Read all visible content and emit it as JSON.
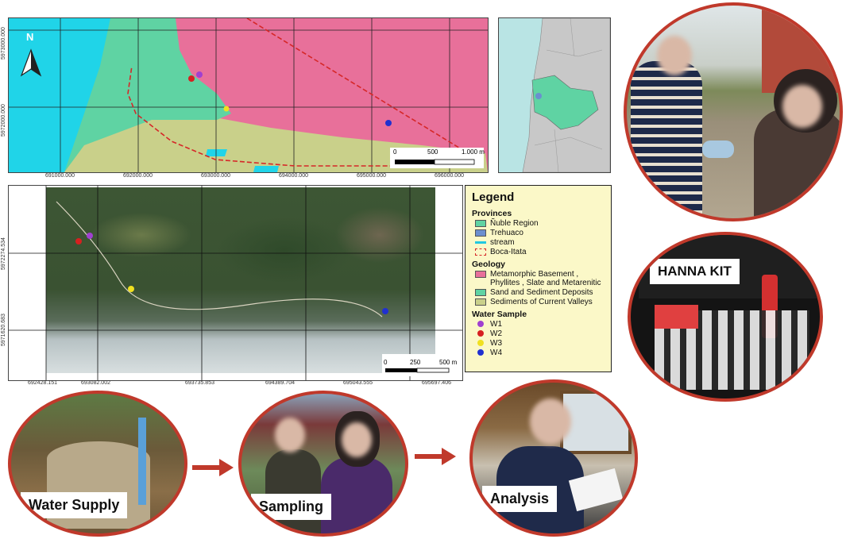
{
  "top_map": {
    "north_label": "N",
    "x_ticks": [
      "691000.000",
      "692000.000",
      "693000.000",
      "694000.000",
      "695000.000",
      "696000.000"
    ],
    "y_ticks": [
      "5973000.000",
      "5972000.000"
    ],
    "scale_labels": [
      "0",
      "500",
      "1.000 m"
    ]
  },
  "sat_map": {
    "x_ticks": [
      "692428.151",
      "693082.002",
      "693735.853",
      "694389.704",
      "695043.555",
      "695697.406"
    ],
    "y_ticks": [
      "5972274.534",
      "5971620.683"
    ],
    "scale_labels": [
      "0",
      "250",
      "500 m"
    ]
  },
  "legend": {
    "title": "Legend",
    "provinces_heading": "Provinces",
    "provinces": [
      {
        "label": "Ñuble Region",
        "color": "#5fd3a3",
        "kind": "fill"
      },
      {
        "label": "Trehuaco",
        "color": "#6b8fcf",
        "kind": "fill"
      },
      {
        "label": "stream",
        "color": "#22c8e0",
        "kind": "line"
      },
      {
        "label": "Boca-Itata",
        "color": "#d62728",
        "kind": "dashed"
      }
    ],
    "geology_heading": "Geology",
    "geology": [
      {
        "label": "Metamorphic Basement , Phyllites , Slate and Metarenitic",
        "color": "#e8709a"
      },
      {
        "label": "Sand and Sediment Deposits",
        "color": "#5fd3a3"
      },
      {
        "label": "Sediments of Current Valleys",
        "color": "#c9d08a"
      }
    ],
    "samples_heading": "Water Sample",
    "samples": [
      {
        "label": "W1",
        "color": "#a040d0"
      },
      {
        "label": "W2",
        "color": "#d62020"
      },
      {
        "label": "W3",
        "color": "#f0e020"
      },
      {
        "label": "W4",
        "color": "#2030d0"
      }
    ]
  },
  "photos": {
    "kit_label": "HANNA KIT",
    "water_supply_label": "Water Supply",
    "sampling_label": "Sampling",
    "analysis_label": "Analysis"
  },
  "colors": {
    "accent_border": "#c0392b",
    "sea": "#20d4e8",
    "metamorphic": "#e8709a",
    "sand": "#5fd3a3",
    "valleys": "#c9d08a"
  }
}
